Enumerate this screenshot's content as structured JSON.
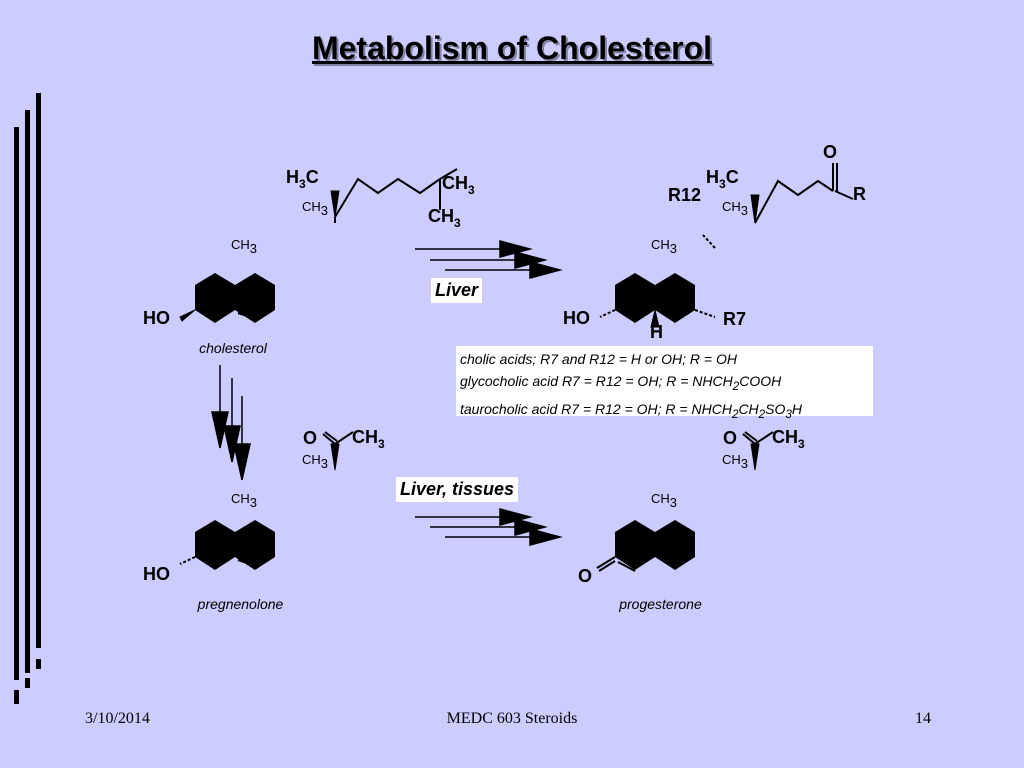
{
  "slide": {
    "title": "Metabolism of Cholesterol",
    "footer_date": "3/10/2014",
    "footer_course": "MEDC 603 Steroids",
    "page_number": "14"
  },
  "labels": {
    "cholesterol": "cholesterol",
    "pregnenolone": "pregnenolone",
    "progesterone": "progesterone",
    "liver": "Liver",
    "liver_tissues": "Liver, tissues"
  },
  "bile_acids": {
    "line1": "cholic acids; R7 and R12 = H or OH; R = OH",
    "line2_a": "glycocholic acid R7 = R12 = OH; R = NHCH",
    "line2_b": "2",
    "line2_c": "COOH",
    "line3_a": "taurocholic acid R7 = R12 = OH; R = NHCH",
    "line3_b": "2",
    "line3_c": "CH",
    "line3_d": "2",
    "line3_e": "SO",
    "line3_f": "3",
    "line3_g": "H"
  },
  "atoms": {
    "ho": "HO",
    "h3c_h": "H",
    "h3c_3": "3",
    "h3c_c": "C",
    "ch3_ch": "CH",
    "ch3_3": "3",
    "o": "O",
    "r": "R",
    "r7": "R7",
    "r12": "R12",
    "h": "H"
  },
  "colors": {
    "background": "#ccccff",
    "text": "#000000",
    "box": "#ffffff"
  }
}
